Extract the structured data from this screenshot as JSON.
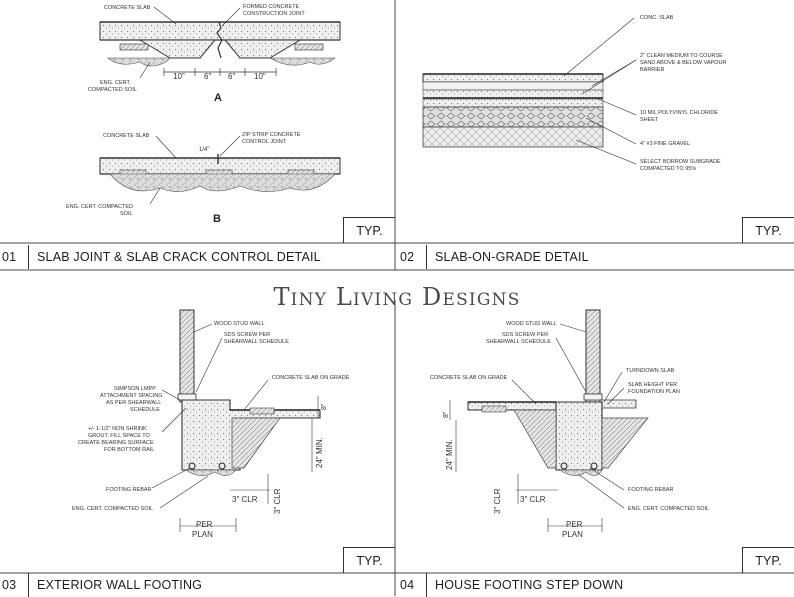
{
  "watermark": "Tiny Living Designs",
  "colors": {
    "line": "#333333",
    "concrete": "#e8e8e8",
    "soil": "#d5d5d5",
    "hatch": "#999999"
  },
  "panels": [
    {
      "number": "01",
      "title": "SLAB JOINT & SLAB CRACK CONTROL DETAIL",
      "typ": "TYP.",
      "labels": {
        "concrete_slab_a": "CONCRETE SLAB",
        "formed_joint_1": "FORMED CONCRETE",
        "formed_joint_2": "CONSTRUCTION JOINT",
        "soil_a_1": "ENG. CERT.",
        "soil_a_2": "COMPACTED SOIL",
        "dim_10_left": "10\"",
        "dim_6_left": "6\"",
        "dim_6_right": "6\"",
        "dim_10_right": "10\"",
        "section_a": "A",
        "concrete_slab_b": "CONCRETE SLAB",
        "zip_strip_1": "ZIP STRIP CONCRETE",
        "zip_strip_2": "CONTROL JOINT",
        "dim_quarter": "1/4\"",
        "soil_b_1": "ENG. CERT. COMPACTED",
        "soil_b_2": "SOIL",
        "section_b": "B"
      }
    },
    {
      "number": "02",
      "title": "SLAB-ON-GRADE DETAIL",
      "typ": "TYP.",
      "labels": {
        "conc_slab": "CONC. SLAB",
        "sand_1": "2\" CLEAN MEDIUM TO COURSE",
        "sand_2": "SAND ABOVE & BELOW VAPOUR",
        "sand_3": "BARRIER",
        "poly_1": "10 MIL POLYVINYL CHLORIDE",
        "poly_2": "SHEET",
        "gravel": "4\" #3 FINE GRAVEL",
        "subgrade_1": "SELECT BORROW SUBGRADE",
        "subgrade_2": "COMPACTED TO 95%"
      }
    },
    {
      "number": "03",
      "title": "EXTERIOR WALL FOOTING",
      "typ": "TYP.",
      "labels": {
        "wood_stud": "WOOD STUD WALL",
        "sds_1": "SDS SCREW PER",
        "sds_2": "SHEARWALL SCHEDULE",
        "simpson_1": "SIMPSON LMPP",
        "simpson_2": "ATTACHMENT SPACING",
        "simpson_3": "AS PER SHEARWALL",
        "simpson_4": "SCHEDULE",
        "grout_1": "+/- 1-1/2\" NON SHRINK",
        "grout_2": "GROUT. FILL SPACE TO",
        "grout_3": "CREATE BEARING SURFACE",
        "grout_4": "FOR BOTTOM RAIL",
        "slab_on_grade": "CONCRETE SLAB ON GRADE",
        "dim_8": "8\"",
        "dim_24": "24\" MIN.",
        "rebar": "FOOTING REBAR",
        "soil": "ENG. CERT. COMPACTED SOIL",
        "clr_3": "3\" CLR",
        "clr_3v": "3\" CLR",
        "per": "PER",
        "plan": "PLAN"
      }
    },
    {
      "number": "04",
      "title": "HOUSE FOOTING STEP DOWN",
      "typ": "TYP.",
      "labels": {
        "wood_stud": "WOOD STUD WALL",
        "sds_1": "SDS SCREW PER",
        "sds_2": "SHEARWALL SCHEDULE",
        "slab_on_grade": "CONCRETE SLAB ON GRADE",
        "turndown": "TURNDOWN SLAB",
        "slab_height_1": "SLAB HEIGHT PER",
        "slab_height_2": "FOUNDATION PLAN",
        "dim_8": "8\"",
        "dim_24": "24\" MIN.",
        "rebar": "FOOTING REBAR",
        "soil": "ENG. CERT. COMPACTED SOIL",
        "clr_3": "3\" CLR",
        "clr_3v": "3\" CLR",
        "per": "PER",
        "plan": "PLAN"
      }
    }
  ]
}
